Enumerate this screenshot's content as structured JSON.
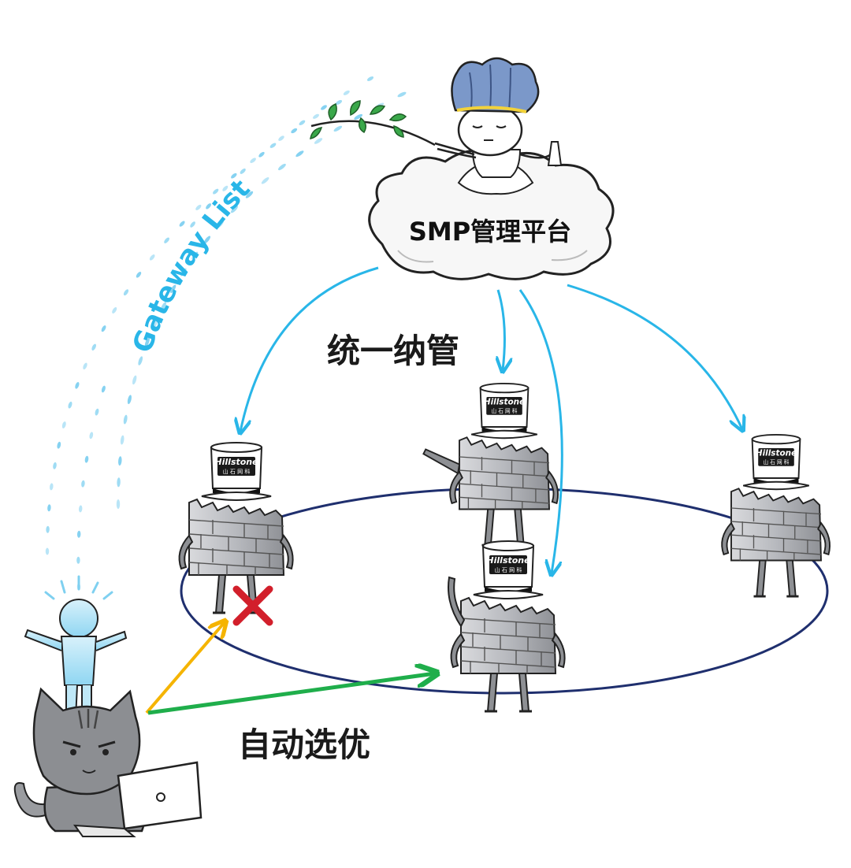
{
  "labels": {
    "cloud": "SMP管理平台",
    "gateway_list": "Gateway List",
    "unified": "统一纳管",
    "auto_select": "自动选优"
  },
  "brand": {
    "name": "Hillstone",
    "sub": "山 石 网 科"
  },
  "colors": {
    "blue_arrow": "#29b6e8",
    "ring": "#1f2f6e",
    "yellow_arrow": "#f5b400",
    "green_arrow": "#1fae4b",
    "cross": "#d21f2b",
    "water": "#7fd0f0"
  }
}
